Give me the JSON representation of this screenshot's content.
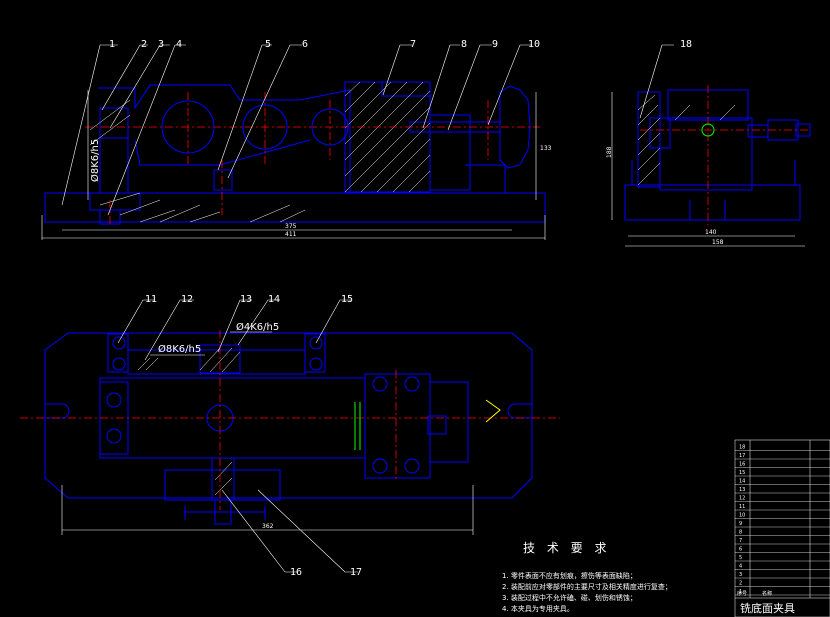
{
  "colors": {
    "background": "#000000",
    "outline": "#0000ff",
    "centerline": "#ff0000",
    "annotation": "#ffffff",
    "hatch": "#ffffff",
    "leader": "#00ff00",
    "accent": "#ffff00"
  },
  "balloons_top": [
    "1",
    "2",
    "3",
    "4",
    "5",
    "6",
    "7",
    "8",
    "9",
    "10"
  ],
  "balloon_side": "18",
  "balloons_plan": [
    "11",
    "12",
    "13",
    "14",
    "15",
    "16",
    "17"
  ],
  "fits": {
    "front": "Ø8K6/h5",
    "plan_a": "Ø8K6/h5",
    "plan_b": "Ø4K6/h5"
  },
  "dims": {
    "front_inner": "375",
    "front_overall": "411",
    "front_height": "133",
    "side_height": "188",
    "side_inner": "140",
    "side_overall": "158",
    "plan_length": "362"
  },
  "tech": {
    "title": "技 术 要 求",
    "items": [
      "1. 零件表面不应有划痕，擦伤等表面缺陷；",
      "2. 装配前应对零部件的主要尺寸及相关精度进行复查；",
      "3. 装配过程中不允许磕、碰、划伤和锈蚀；",
      "4. 本夹具为专用夹具。"
    ]
  },
  "bom_rows": [
    "18",
    "17",
    "16",
    "15",
    "14",
    "13",
    "12",
    "11",
    "10",
    "9",
    "8",
    "7",
    "6",
    "5",
    "4",
    "3",
    "2",
    "1"
  ],
  "title_block": {
    "name": "铣底面夹具",
    "header_a": "序号",
    "header_b": "名称"
  }
}
